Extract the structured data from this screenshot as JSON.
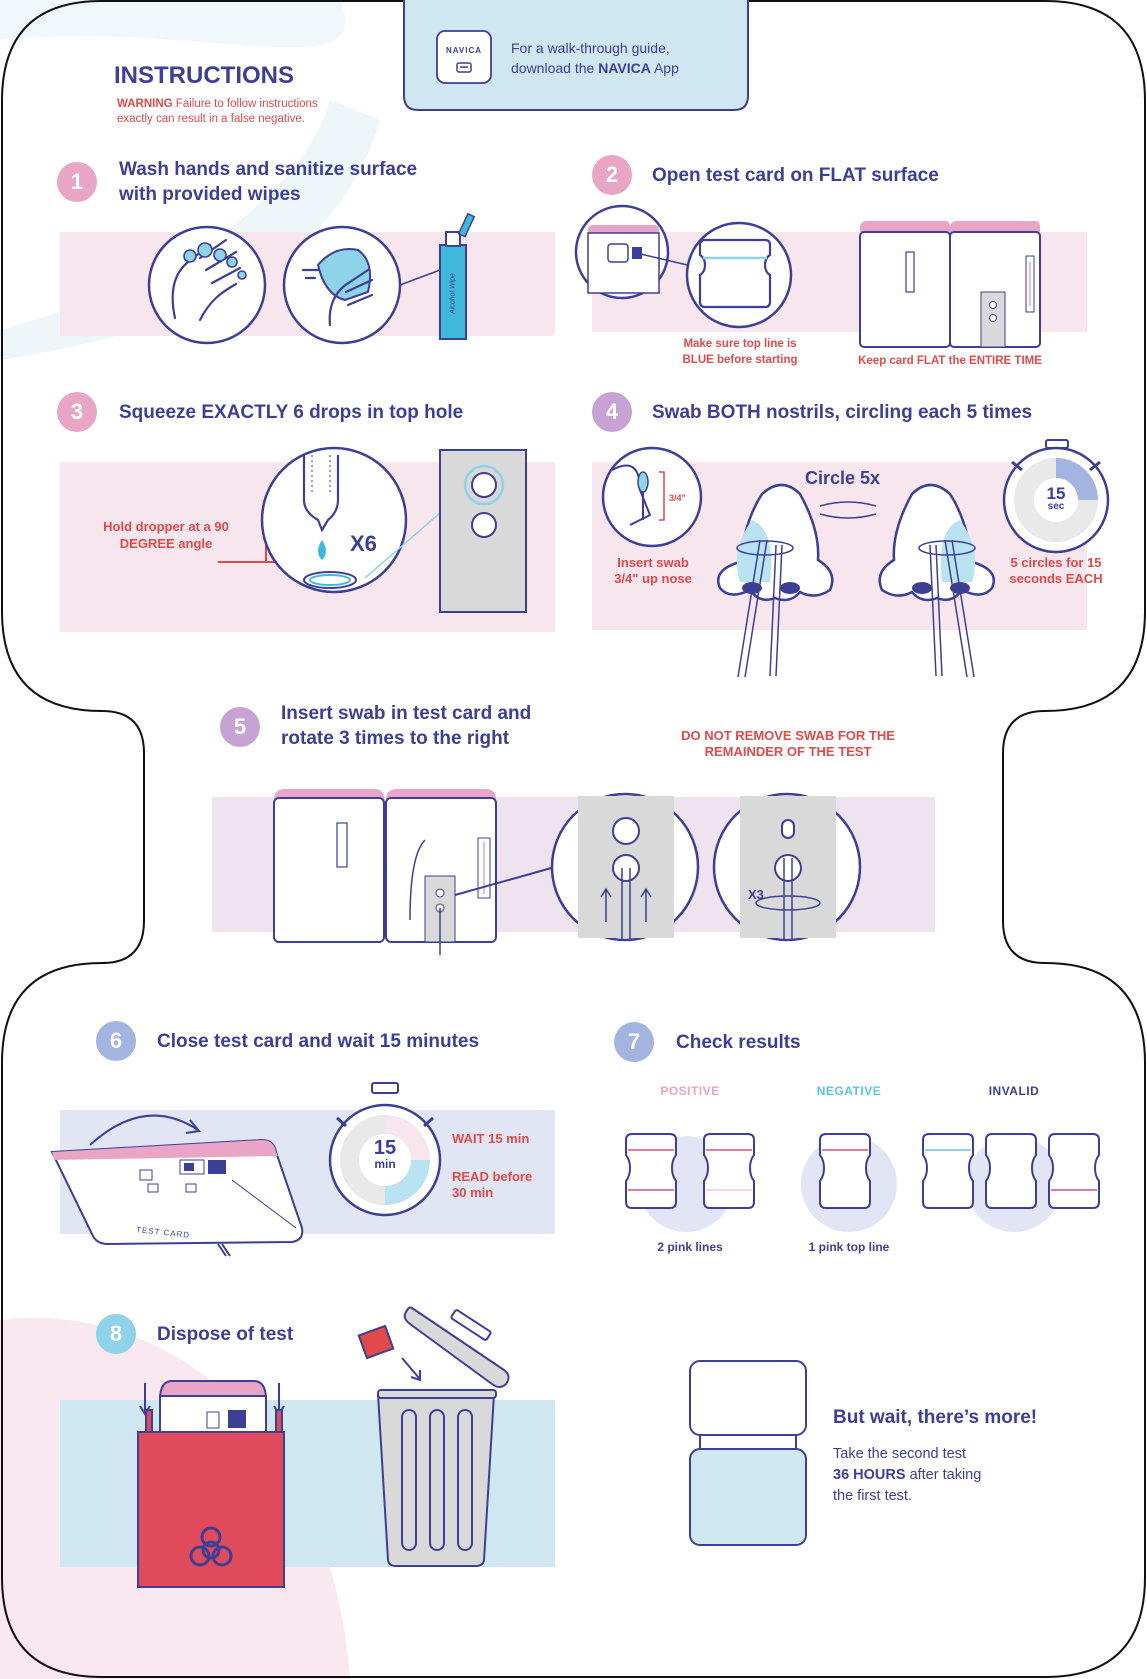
{
  "header": {
    "title": "INSTRUCTIONS",
    "warning_label": "WARNING",
    "warning_text": "Failure to follow instructions exactly can result in a false negative.",
    "app_badge": "NAVICA",
    "app_prompt_line1": "For a walk-through guide,",
    "app_prompt_line2_prefix": "download the",
    "app_prompt_brand": "NAVICA",
    "app_prompt_suffix": "App"
  },
  "steps": [
    {
      "number": "1",
      "title_line1": "Wash hands and sanitize surface",
      "title_line2": "with provided wipes",
      "wipe_label": "Alcohol Wipe"
    },
    {
      "number": "2",
      "title_line1": "Open test card on FLAT surface",
      "note1_line1": "Make sure top line is",
      "note1_line2": "BLUE before starting",
      "note2": "Keep card FLAT the ENTIRE TIME"
    },
    {
      "number": "3",
      "title_line1": "Squeeze EXACTLY 6 drops in top hole",
      "note_line1": "Hold dropper at a 90",
      "note_line2": "DEGREE angle",
      "count": "X6"
    },
    {
      "number": "4",
      "title_line1": "Swab BOTH nostrils, circling each 5 times",
      "depth": "3/4\"",
      "note1_line1": "Insert swab",
      "note1_line2": "3/4\" up nose",
      "circle": "Circle 5x",
      "timer_value": "15",
      "timer_unit": "sec",
      "note2_line1": "5 circles for 15",
      "note2_line2": "seconds EACH"
    },
    {
      "number": "5",
      "title_line1": "Insert swab in test card and",
      "title_line2": "rotate 3 times to the right",
      "warn_line1": "DO NOT REMOVE SWAB FOR THE",
      "warn_line2": "REMAINDER OF THE TEST",
      "rotate": "X3"
    },
    {
      "number": "6",
      "title_line1": "Close test card and wait 15 minutes",
      "timer_value": "15",
      "timer_unit": "min",
      "wait_line": "WAIT 15 min",
      "read_line1": "READ before",
      "read_line2": "30 min",
      "card_label": "TEST CARD"
    },
    {
      "number": "7",
      "title_line1": "Check results",
      "positive": "POSITIVE",
      "negative": "NEGATIVE",
      "invalid": "INVALID",
      "positive_caption": "2 pink lines",
      "negative_caption": "1 pink top line"
    },
    {
      "number": "8",
      "title_line1": "Dispose of test"
    }
  ],
  "more": {
    "title": "But wait, there’s more!",
    "line1": "Take the second test",
    "line2_bold": "36 HOURS",
    "line2_rest": "after taking",
    "line3": "the first test."
  },
  "colors": {
    "navy": "#3d3f96",
    "red": "#e04a4a",
    "pink": "#e8a5c5",
    "pink_bg": "#f8e6ee",
    "blue_bg": "#cfe7f1",
    "lavender": "#c6a3d2",
    "periwinkle": "#a4b4e0",
    "gray": "#d9d9d9"
  }
}
